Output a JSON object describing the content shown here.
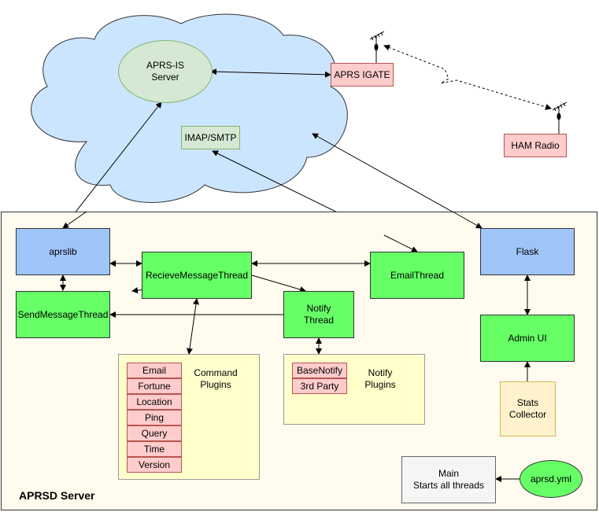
{
  "nodes": {
    "aprs_is": "APRS-IS\nServer",
    "aprs_igate": "APRS IGATE",
    "ham_radio": "HAM Radio",
    "imap_smtp": "IMAP/SMTP",
    "aprslib": "aprslib",
    "receive_thread": "RecieveMessageThread",
    "email_thread": "EmailThread",
    "send_thread": "SendMessageThread",
    "notify_thread": "Notify\nThread",
    "flask": "Flask",
    "admin_ui": "Admin UI",
    "stats_collector": "Stats\nCollector",
    "main": "Main\nStarts all threads",
    "aprsd_yml": "aprsd.yml"
  },
  "command_plugins": {
    "title": "Command\nPlugins",
    "items": [
      "Email",
      "Fortune",
      "Location",
      "Ping",
      "Query",
      "Time",
      "Version"
    ]
  },
  "notify_plugins": {
    "title": "Notify\nPlugins",
    "items": [
      "BaseNotify",
      "3rd Party"
    ]
  },
  "server_title": "APRSD Server",
  "colors": {
    "cloud": "#cce5ff",
    "blue_box": "#9fc5f8",
    "green_box": "#66ff66",
    "pink_box": "#ffcccc",
    "plugin_panel": "#ffffcc",
    "server_frame": "#fffbee"
  }
}
